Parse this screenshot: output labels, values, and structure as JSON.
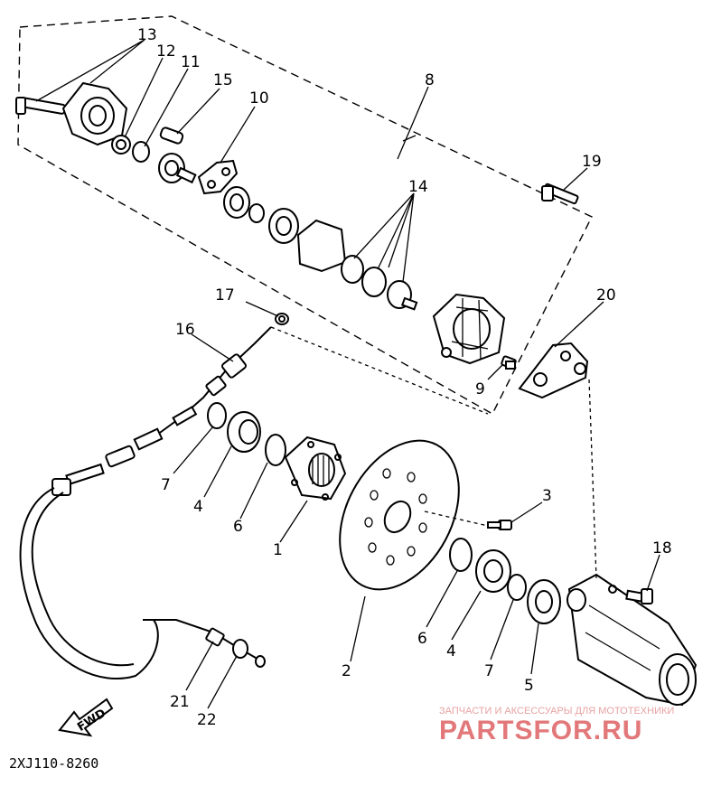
{
  "diagram": {
    "callouts": [
      {
        "id": "1",
        "label": "1"
      },
      {
        "id": "2",
        "label": "2"
      },
      {
        "id": "3",
        "label": "3"
      },
      {
        "id": "4a",
        "label": "4"
      },
      {
        "id": "4b",
        "label": "4"
      },
      {
        "id": "5",
        "label": "5"
      },
      {
        "id": "6a",
        "label": "6"
      },
      {
        "id": "6b",
        "label": "6"
      },
      {
        "id": "7a",
        "label": "7"
      },
      {
        "id": "7b",
        "label": "7"
      },
      {
        "id": "8",
        "label": "8"
      },
      {
        "id": "9",
        "label": "9"
      },
      {
        "id": "10",
        "label": "10"
      },
      {
        "id": "11",
        "label": "11"
      },
      {
        "id": "12",
        "label": "12"
      },
      {
        "id": "13",
        "label": "13"
      },
      {
        "id": "14",
        "label": "14"
      },
      {
        "id": "15",
        "label": "15"
      },
      {
        "id": "16",
        "label": "16"
      },
      {
        "id": "17",
        "label": "17"
      },
      {
        "id": "18",
        "label": "18"
      },
      {
        "id": "19",
        "label": "19"
      },
      {
        "id": "20",
        "label": "20"
      },
      {
        "id": "21",
        "label": "21"
      },
      {
        "id": "22",
        "label": "22"
      }
    ],
    "fwd_label": "FWD",
    "diagram_code": "2XJ110-8260"
  },
  "watermark": {
    "tagline": "ЗАПЧАСТИ И АКСЕССУАРЫ ДЛЯ МОТОТЕХНИКИ",
    "brand": "PARTSFOR.RU",
    "color": "#e2787a"
  }
}
